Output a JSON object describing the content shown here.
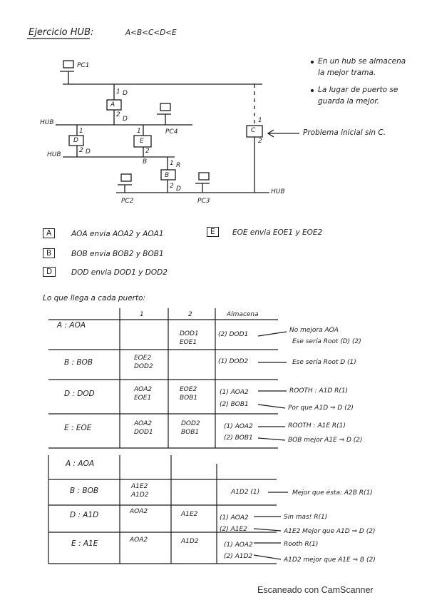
{
  "title": "Ejercicio HUB:",
  "order": "A<B<C<D<E",
  "notes": {
    "note1_line1": "En un hub se almacena",
    "note1_line2": "la mejor trama.",
    "note2_line1": "La lugar de puerto se",
    "note2_line2": "guarda la mejor.",
    "problem": "Problema inicial sin C."
  },
  "diagram": {
    "pc1": "PC1",
    "pc2": "PC2",
    "pc3": "PC3",
    "pc4": "PC4",
    "hub": "HUB",
    "bridge_a": "A",
    "bridge_b": "B",
    "bridge_c": "C",
    "bridge_d": "D",
    "bridge_e": "E",
    "port1": "1",
    "port2": "2",
    "port_d": "D",
    "port_r": "R",
    "port_b": "B"
  },
  "legend": {
    "a_box": "A",
    "a_text": "AOA envia AOA2 y AOA1",
    "b_box": "B",
    "b_text": "BOB envia BOB2 y BOB1",
    "d_box": "D",
    "d_text": "DOD envia DOD1 y DOD2",
    "e_box": "E",
    "e_text": "EOE envia EOE1 y EOE2"
  },
  "section_title": "Lo que llega a cada puerto:",
  "table1": {
    "headers": [
      "1",
      "2",
      "Almacena"
    ],
    "rows": [
      {
        "bridge": "A : AOA",
        "p1": "",
        "p2": "DOD1\nEOE1",
        "stored": "(2) DOD1"
      },
      {
        "bridge": "B : BOB",
        "p1": "EOE2\nDOD2",
        "p2": "",
        "stored": "(1) DOD2"
      },
      {
        "bridge": "D : DOD",
        "p1": "AOA2\nEOE1",
        "p2": "EOE2\nBOB1",
        "stored": "(1) AOA2\n(2) BOB1"
      },
      {
        "bridge": "E : EOE",
        "p1": "AOA2\nDOD1",
        "p2": "DOD2\nBOB1",
        "stored": "(1) AOA2\n(2) BOB1"
      }
    ],
    "annotations": {
      "a1": "No mejora AOA",
      "a2": "Ese sería Root (D) (2)",
      "b": "Ese sería Root D (1)",
      "d1": "ROOTH : A1D R(1)",
      "d2": "Por que A1D ⇒ D (2)",
      "e1": "ROOTH : A1E R(1)",
      "e2": "BOB mejor A1E ⇒ D (2)"
    }
  },
  "table2": {
    "rows": [
      {
        "bridge": "A : AOA",
        "p1": "",
        "p2": "",
        "stored": ""
      },
      {
        "bridge": "B : BOB",
        "p1": "A1E2\nA1D2",
        "p2": "",
        "stored": "A1D2 (1)"
      },
      {
        "bridge": "D : A1D",
        "p1": "AOA2",
        "p2": "A1E2",
        "stored": "(1) AOA2\n(2) A1E2"
      },
      {
        "bridge": "E : A1E",
        "p1": "AOA2",
        "p2": "A1D2",
        "stored": "(1) AOA2\n(2) A1D2"
      }
    ],
    "annotations": {
      "b": "Mejor que ésta: A2B R(1)",
      "d1": "Sin mas! R(1)",
      "d2": "A1E2 Mejor que A1D ⇒ D (2)",
      "e1": "Rooth R(1)",
      "e2": "A1D2 mejor que A1E ⇒ B (2)"
    }
  },
  "footer": "Escaneado con CamScanner"
}
